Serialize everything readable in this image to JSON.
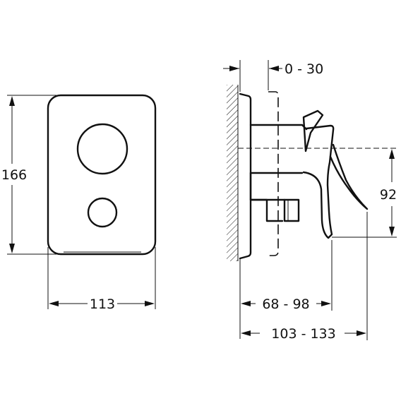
{
  "dimensions": {
    "front_height": "166",
    "front_width": "113",
    "side_adjust": "0 - 30",
    "side_height": "92",
    "side_depth_inner": "68 - 98",
    "side_depth_total": "103 - 133"
  },
  "colors": {
    "line": "#111111",
    "background": "#ffffff"
  }
}
